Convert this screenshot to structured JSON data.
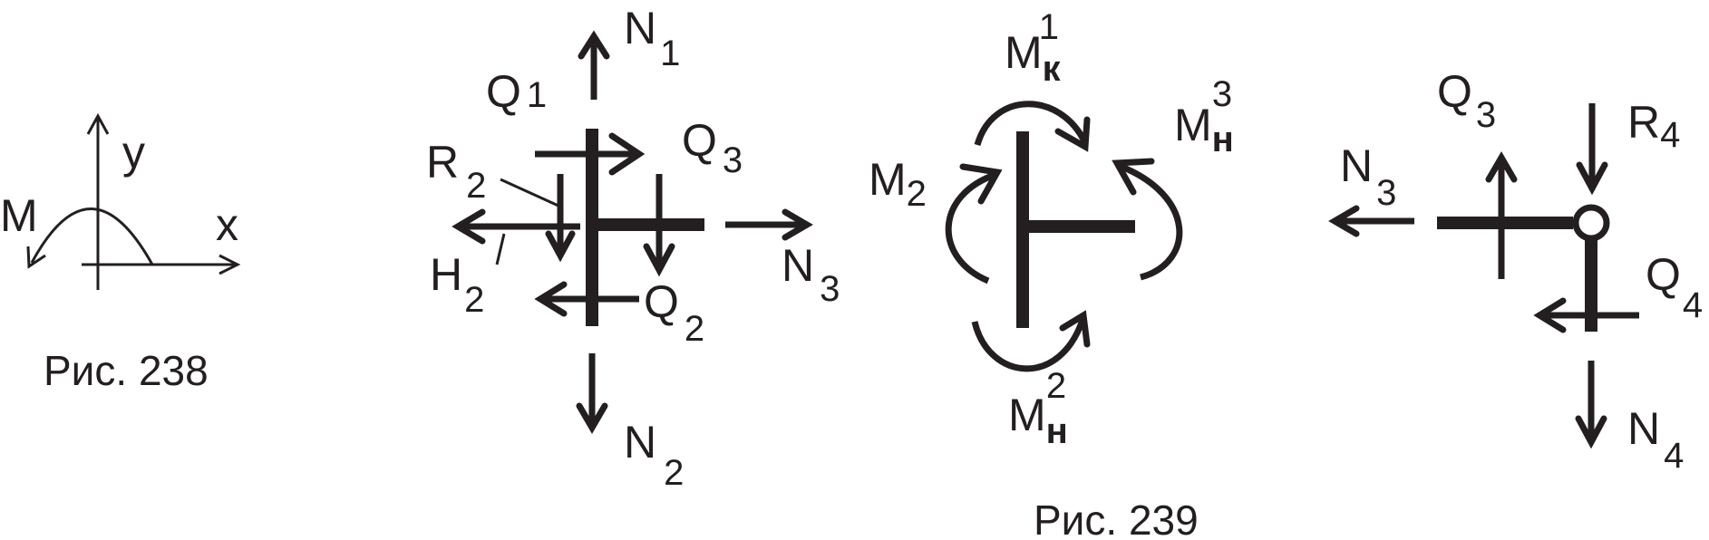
{
  "figure_238": {
    "caption": "Рис. 238",
    "axis_y": "y",
    "axis_x": "x",
    "moment": "M"
  },
  "figure_239_left": {
    "N1": "N",
    "N1_sub": "1",
    "N2": "N",
    "N2_sub": "2",
    "N3": "N",
    "N3_sub": "3",
    "Q1": "Q",
    "Q1_sub": "1",
    "Q2": "Q",
    "Q2_sub": "2",
    "Q3": "Q",
    "Q3_sub": "3",
    "R2": "R",
    "R2_sub": "2",
    "H2": "H",
    "H2_sub": "2"
  },
  "figure_239_middle": {
    "Mk1": "M",
    "Mk1_sub": "к",
    "Mk1_sup": "1",
    "Mn3": "M",
    "Mn3_sub": "н",
    "Mn3_sup": "3",
    "M2": "M",
    "M2_sub": "2",
    "Mn2": "M",
    "Mn2_sub": "н",
    "Mn2_sup": "2"
  },
  "figure_239_right": {
    "Q3": "Q",
    "Q3_sub": "3",
    "R4": "R",
    "R4_sub": "4",
    "N3": "N",
    "N3_sub": "3",
    "Q4": "Q",
    "Q4_sub": "4",
    "N4": "N",
    "N4_sub": "4"
  },
  "caption_239": "Рис. 239"
}
